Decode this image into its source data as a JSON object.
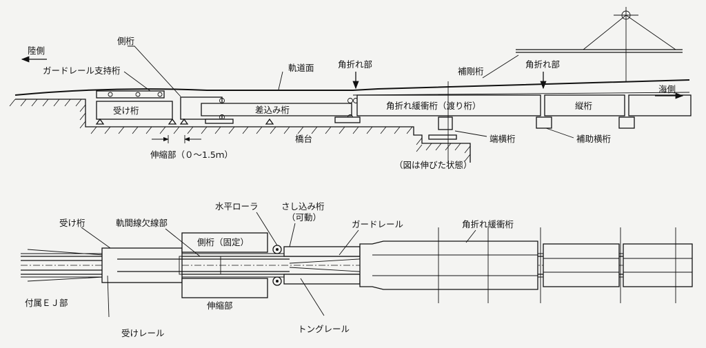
{
  "elevation": {
    "land_side": "陸側",
    "sea_side": "海側",
    "side_girder": "側桁",
    "guardrail_support_girder": "ガードレール支持桁",
    "track_surface": "軌道面",
    "bend_part_left": "角折れ部",
    "bend_part_right": "角折れ部",
    "stiffening_girder": "補剛桁",
    "receiving_girder": "受け桁",
    "insert_girder": "差込み桁",
    "bend_buffer_girder": "角折れ緩衝桁（渡り桁）",
    "longitudinal_girder": "縦桁",
    "abutment": "橋台",
    "end_cross_girder": "端横桁",
    "aux_cross_girder": "補助横桁",
    "expansion_part": "伸縮部（０～1.5ｍ）",
    "extended_state_note": "（図は伸びた状態）"
  },
  "plan": {
    "receiving_girder": "受け桁",
    "track_gap_part": "軌間線欠線部",
    "horizontal_roller": "水平ローラ",
    "insert_girder_line1": "さし込み桁",
    "insert_girder_line2": "（可動）",
    "guardrail": "ガードレール",
    "bend_buffer_girder": "角折れ緩衝桁",
    "side_girder_fixed": "側桁（固定）",
    "attached_ej": "付属ＥＪ部",
    "expansion_part": "伸縮部",
    "receiving_rail": "受けレール",
    "tongue_rail": "トングレール"
  }
}
